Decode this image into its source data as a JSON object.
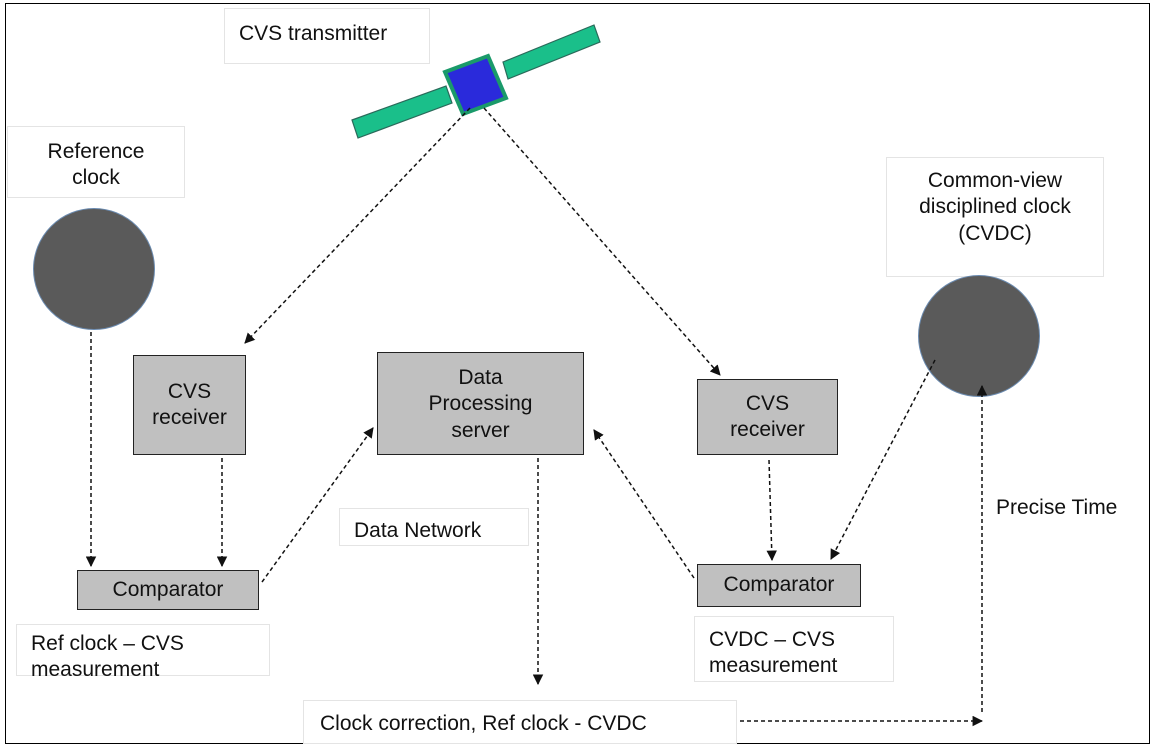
{
  "transmitter_label": "CVS transmitter",
  "reference_clock_label_line1": "Reference",
  "reference_clock_label_line2": "clock",
  "cvdc_label_line1": "Common-view",
  "cvdc_label_line2": "disciplined clock",
  "cvdc_label_line3": "(CVDC)",
  "left_receiver_line1": "CVS",
  "left_receiver_line2": "receiver",
  "right_receiver_line1": "CVS",
  "right_receiver_line2": "receiver",
  "server_line1": "Data",
  "server_line2": "Processing",
  "server_line3": "server",
  "left_comparator": "Comparator",
  "right_comparator": "Comparator",
  "data_network_label": "Data Network",
  "ref_measurement_line1": "Ref clock – CVS",
  "ref_measurement_line2": "measurement",
  "cvdc_measurement_line1": "CVDC – CVS",
  "cvdc_measurement_line2": "measurement",
  "clock_correction_label": "Clock correction, Ref clock - CVDC",
  "precise_time_label": "Precise Time",
  "colors": {
    "satellite_panel": "#1abf8a",
    "satellite_body": "#2a2adb",
    "clock_fill": "#5a5a5a",
    "box_fill": "#c0c0c0"
  }
}
